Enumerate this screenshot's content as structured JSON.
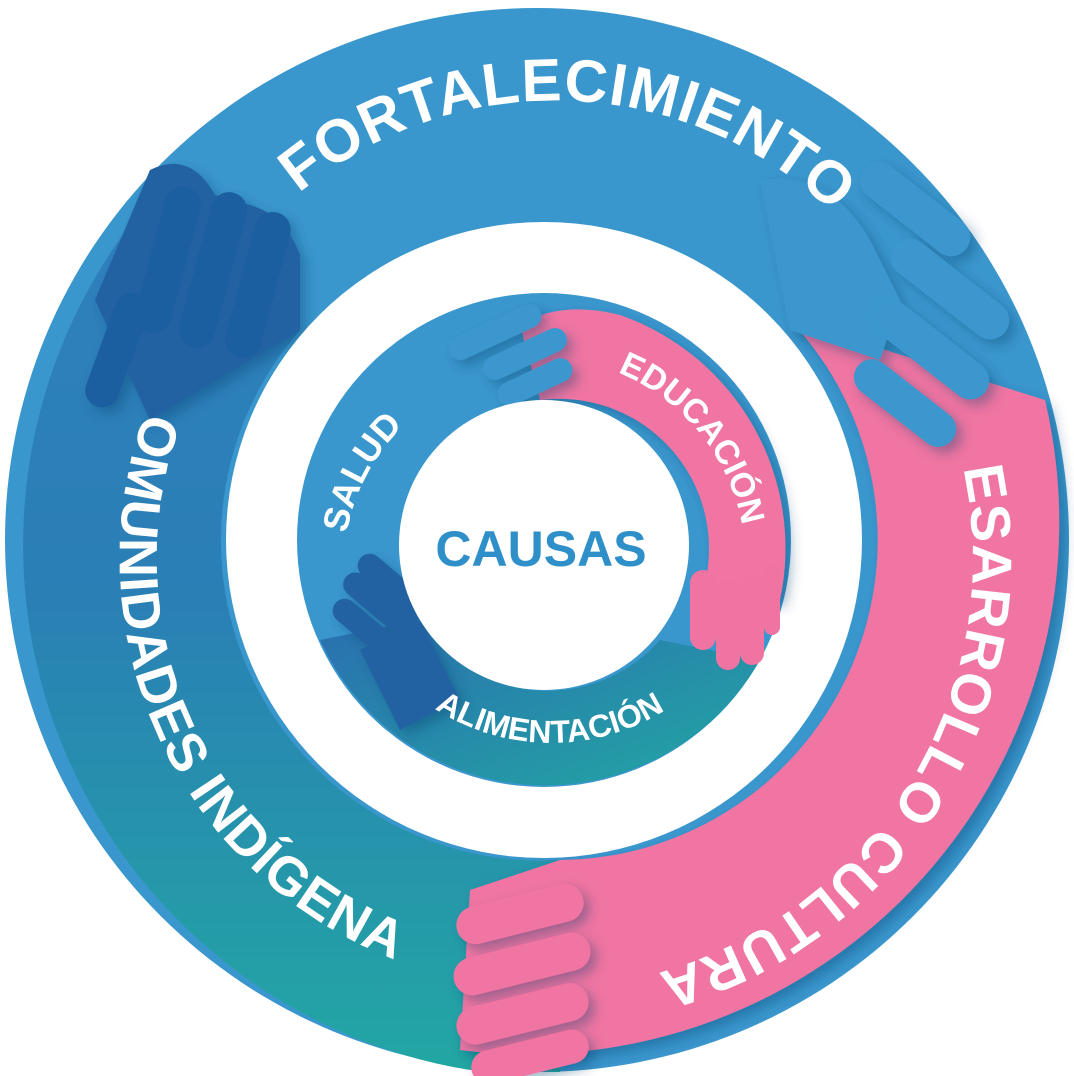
{
  "center": {
    "label": "CAUSAS"
  },
  "outer_ring": {
    "fortalecimiento": "FORTALECIMIENTO",
    "comunidades": "COMUNIDADES INDÍGENAS",
    "desarrollo": "DESARROLLO CULTURAL"
  },
  "inner_ring": {
    "salud": "SALUD",
    "educacion": "EDUCACIÓN",
    "alimentacion": "ALIMENTACIÓN"
  },
  "colors": {
    "blue": "#3a97cd",
    "dark_blue": "#2062a3",
    "pink": "#f074a2",
    "teal": "#22a6a4",
    "white": "#ffffff",
    "center_text": "#2f90c9"
  }
}
